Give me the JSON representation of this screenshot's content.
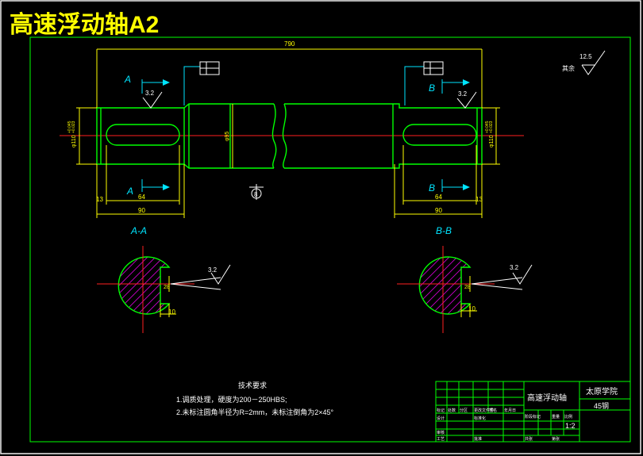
{
  "title": "高速浮动轴A2",
  "shaft": {
    "overall_length": "790",
    "left_diameter": "φ110",
    "left_tolerance": [
      "+0.045",
      "+0.023"
    ],
    "mid_diameter": "φ95",
    "right_diameter": "φ110",
    "right_tolerance": [
      "+0.045",
      "+0.023"
    ],
    "left_keyway_length": "64",
    "left_segment_length": "90",
    "left_offset": "13",
    "right_keyway_length": "64",
    "right_segment_length": "90",
    "right_offset": "13",
    "roughness_left": "3.2",
    "roughness_right": "3.2",
    "roughness_other": "12.5",
    "roughness_other_label": "其余",
    "center_mark": "8",
    "section_markers": [
      "A",
      "A",
      "B",
      "B"
    ]
  },
  "sections": [
    {
      "label": "A-A",
      "keyway_depth": "28",
      "keyway_width": "10",
      "roughness": "3.2"
    },
    {
      "label": "B-B",
      "keyway_depth": "28",
      "keyway_width": "10",
      "roughness": "3.2"
    }
  ],
  "notes": {
    "heading": "技术要求",
    "items": [
      "1.调质处理，硬度为200－250HBS;",
      "2.未标注圆角半径为R=2mm，未标注倒角为2×45°"
    ]
  },
  "title_block": {
    "part_name": "高速浮动轴",
    "school": "太原学院",
    "material": "45钢",
    "scale": "1:2",
    "labels": [
      "标记",
      "处数",
      "分区",
      "更改文件号",
      "签名",
      "年月日",
      "设计",
      "标准化",
      "阶段标记",
      "重量",
      "比例",
      "审核",
      "工艺",
      "批准",
      "共张",
      "第张"
    ]
  },
  "colors": {
    "outline": "#00ff00",
    "dimension": "#ffff00",
    "leader": "#00e5ff",
    "centerline": "#ff2020",
    "hatch": "#cc00cc",
    "frame": "#ffffff"
  }
}
